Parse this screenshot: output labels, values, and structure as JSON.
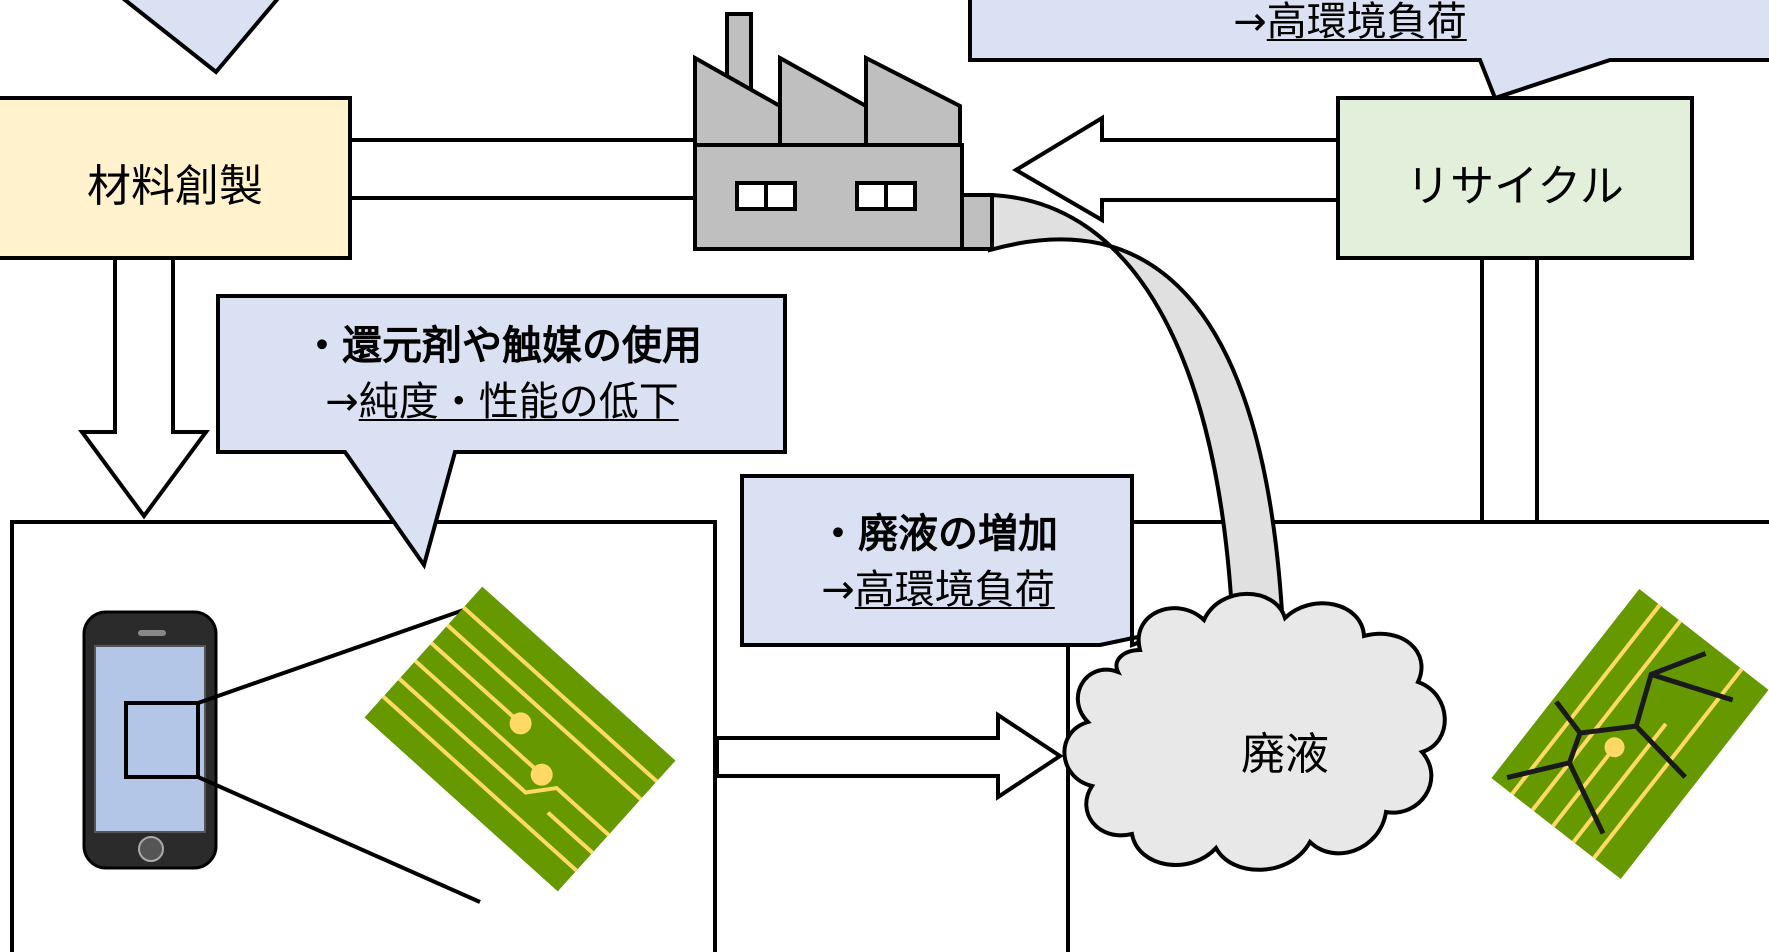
{
  "boxes": {
    "material": "材料創製",
    "recycle": "リサイクル",
    "waste": "廃液"
  },
  "callouts": {
    "top_right": {
      "line1": "",
      "arrow": "→",
      "line2": "高環境負荷"
    },
    "middle_left": {
      "line1": "・還元剤や触媒の使用",
      "arrow": "→",
      "line2": "純度・性能の低下"
    },
    "middle_right": {
      "line1": "・廃液の増加",
      "arrow": "→",
      "line2": "高環境負荷"
    }
  },
  "colors": {
    "material_fill": "#fff2cc",
    "recycle_fill": "#e2efda",
    "callout_fill": "#d9e1f2",
    "factory_gray": "#bfbfbf",
    "pipe_gray": "#e0e0e0",
    "cloud_gray": "#e8e8e8",
    "circuit_green": "#669900",
    "circuit_trace": "#ffd966"
  },
  "icons": [
    "factory-icon",
    "smartphone-icon",
    "circuit-board-icon",
    "broken-circuit-board-icon",
    "waste-cloud-icon"
  ]
}
